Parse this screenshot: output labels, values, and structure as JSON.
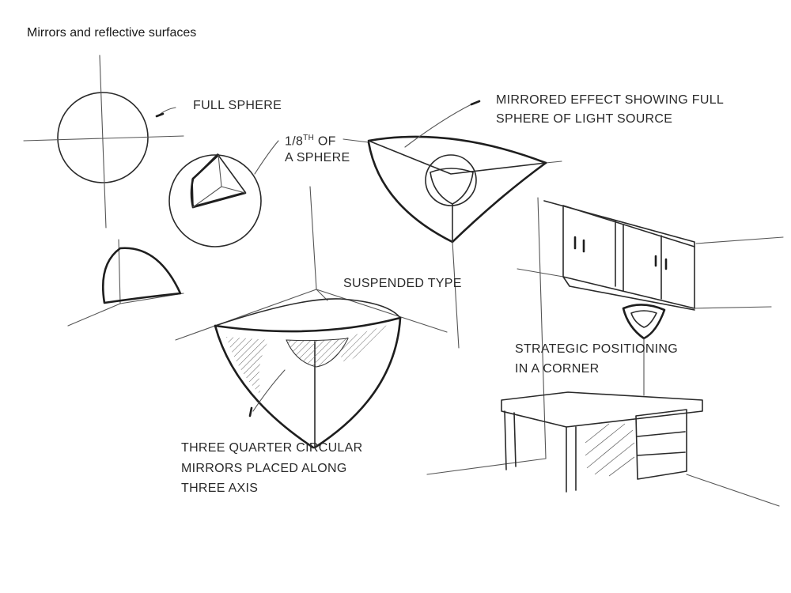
{
  "title": "Mirrors and reflective surfaces",
  "labels": {
    "full_sphere": "FULL SPHERE",
    "eighth_sphere_prefix": "1/8",
    "eighth_sphere_sup": "TH",
    "eighth_sphere_suffix": " OF",
    "eighth_sphere_line2": "A SPHERE",
    "mirrored_effect_line1": "MIRRORED EFFECT SHOWING FULL",
    "mirrored_effect_line2": "SPHERE OF LIGHT SOURCE",
    "suspended_type": "SUSPENDED TYPE",
    "strategic_line1": "STRATEGIC POSITIONING",
    "strategic_line2": "IN A CORNER",
    "three_quarter_line1": "THREE QUARTER CIRCULAR",
    "three_quarter_line2": "MIRRORS PLACED ALONG",
    "three_quarter_line3": " THREE AXIS"
  }
}
